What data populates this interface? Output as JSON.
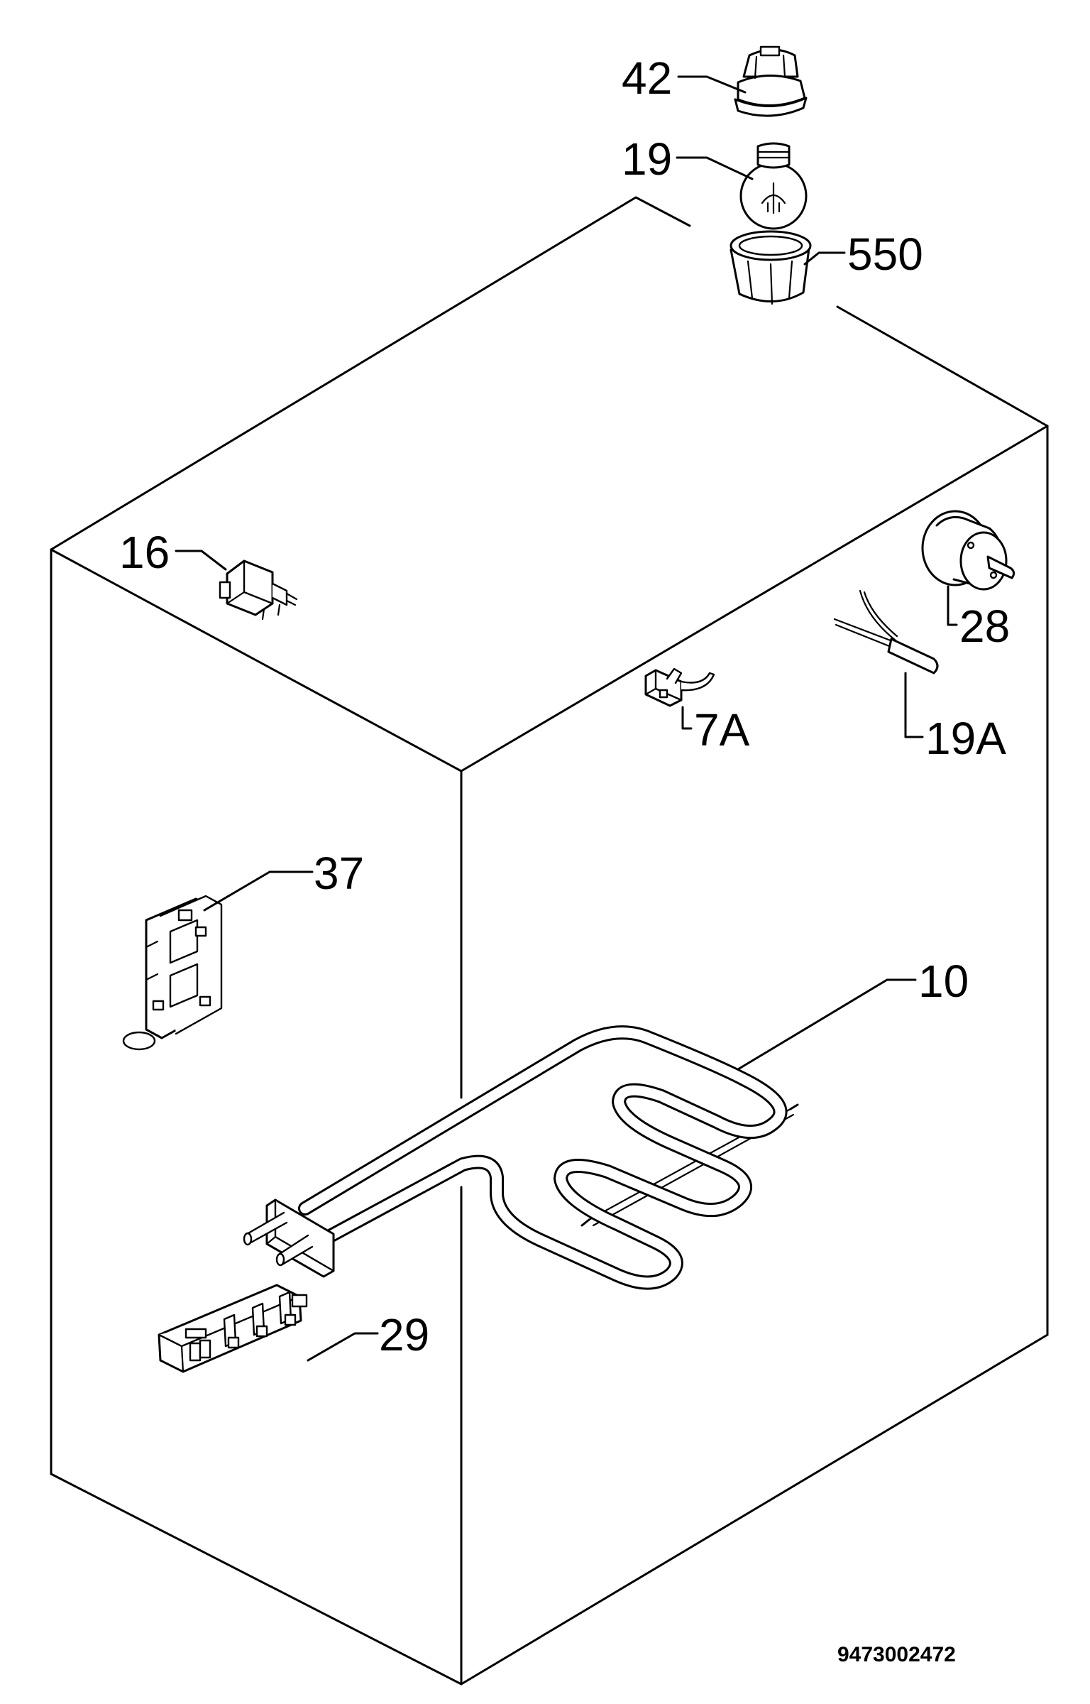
{
  "diagram": {
    "labels": [
      {
        "id": "42",
        "text": "42"
      },
      {
        "id": "19",
        "text": "19"
      },
      {
        "id": "550",
        "text": "550"
      },
      {
        "id": "16",
        "text": "16"
      },
      {
        "id": "28",
        "text": "28"
      },
      {
        "id": "7A",
        "text": "7A"
      },
      {
        "id": "19A",
        "text": "19A"
      },
      {
        "id": "37",
        "text": "37"
      },
      {
        "id": "10",
        "text": "10"
      },
      {
        "id": "29",
        "text": "29"
      }
    ],
    "document_number": "9473002472",
    "colors": {
      "line": "#000000",
      "background": "#ffffff"
    }
  }
}
